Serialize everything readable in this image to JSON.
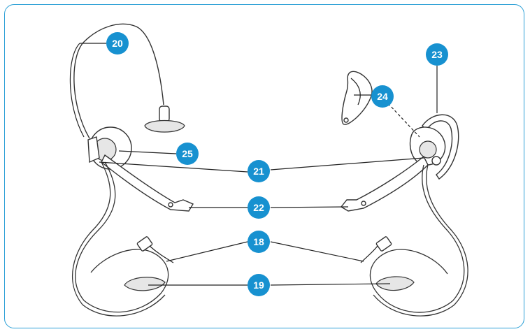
{
  "callouts": {
    "c18": "18",
    "c19": "19",
    "c20": "20",
    "c21": "21",
    "c22": "22",
    "c23": "23",
    "c24": "24",
    "c25": "25"
  },
  "colors": {
    "frame": "#2a9fd6",
    "callout_fill": "#1791d0",
    "callout_text": "#ffffff"
  }
}
